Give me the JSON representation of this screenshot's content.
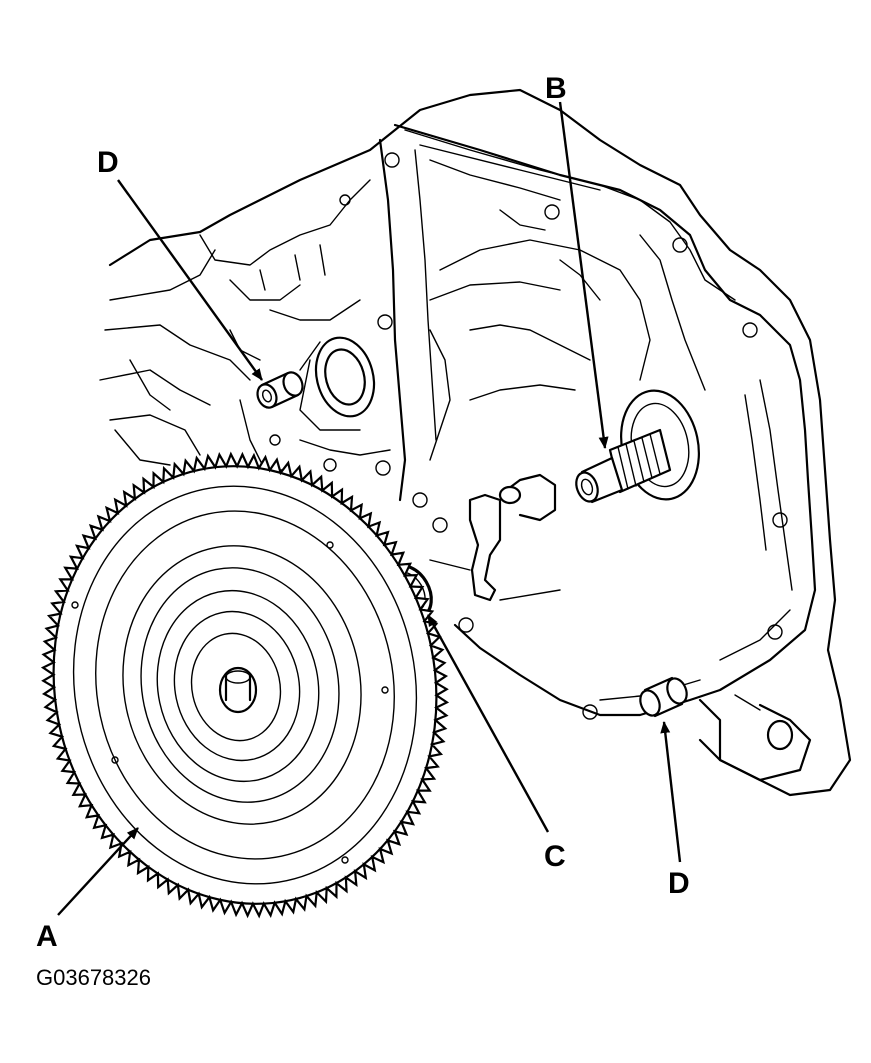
{
  "labels": {
    "a": "A",
    "b": "B",
    "c": "C",
    "d_upper": "D",
    "d_lower": "D"
  },
  "figure_code": "G03678326",
  "colors": {
    "ink": "#000000",
    "background": "#ffffff"
  }
}
